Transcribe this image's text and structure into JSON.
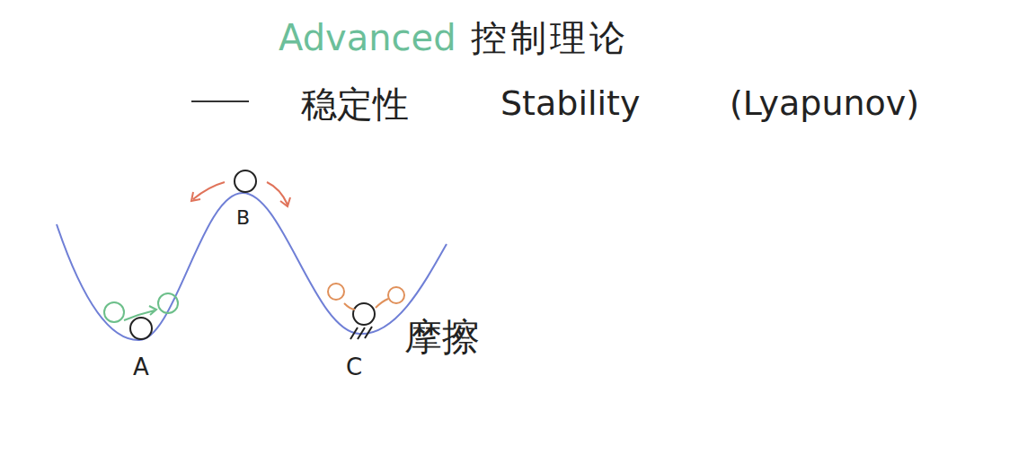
{
  "diagram": {
    "title": "Advanced 控制理论",
    "labels": [
      "稳定性",
      "Stability",
      "(Lyapunov)",
      "B",
      "A",
      "C",
      "摩擦"
    ]
  }
}
